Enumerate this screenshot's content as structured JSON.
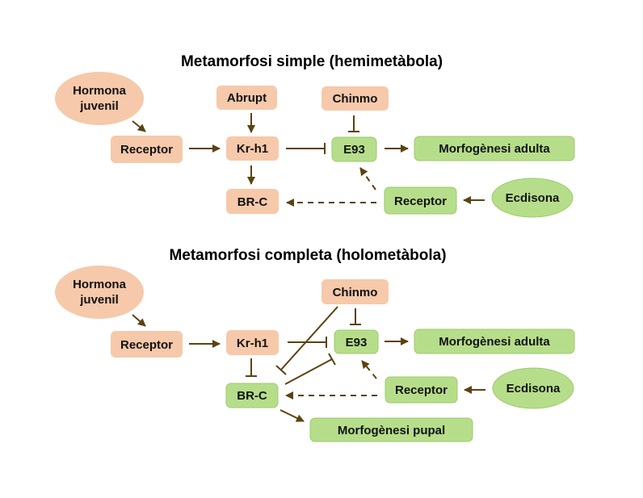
{
  "colors": {
    "juvenile_node_fill": "#f6c9aa",
    "ecdysone_node_fill": "#b6de8a",
    "ecdysone_node_stroke": "#9ccb6c",
    "edge": "#5a4310",
    "background": "#ffffff"
  },
  "panels": [
    {
      "title": "Metamorfosi simple (hemimetàbola)",
      "nodes": {
        "hormona": "Hormona\njuvenil",
        "hormona_line1": "Hormona",
        "hormona_line2": "juvenil",
        "receptor_jh": "Receptor",
        "abrupt": "Abrupt",
        "krh1": "Kr-h1",
        "brc": "BR-C",
        "chinmo": "Chinmo",
        "e93": "E93",
        "morf_adulta": "Morfogènesi adulta",
        "receptor_ecd": "Receptor",
        "ecdisona": "Ecdisona"
      },
      "edges": [
        {
          "from": "Hormona juvenil",
          "to": "Receptor",
          "type": "activation"
        },
        {
          "from": "Receptor",
          "to": "Kr-h1",
          "type": "activation"
        },
        {
          "from": "Abrupt",
          "to": "Kr-h1",
          "type": "activation"
        },
        {
          "from": "Kr-h1",
          "to": "BR-C",
          "type": "activation"
        },
        {
          "from": "Kr-h1",
          "to": "E93",
          "type": "inhibition"
        },
        {
          "from": "Chinmo",
          "to": "E93",
          "type": "inhibition"
        },
        {
          "from": "E93",
          "to": "Morfogènesi adulta",
          "type": "activation"
        },
        {
          "from": "Ecdisona",
          "to": "Receptor",
          "type": "activation"
        },
        {
          "from": "Receptor",
          "to": "E93",
          "type": "activation-indirect"
        },
        {
          "from": "Receptor",
          "to": "BR-C",
          "type": "activation-indirect"
        }
      ]
    },
    {
      "title": "Metamorfosi completa (holometàbola)",
      "nodes": {
        "hormona_line1": "Hormona",
        "hormona_line2": "juvenil",
        "receptor_jh": "Receptor",
        "krh1": "Kr-h1",
        "brc": "BR-C",
        "chinmo": "Chinmo",
        "e93": "E93",
        "morf_adulta": "Morfogènesi adulta",
        "morf_pupal": "Morfogènesi pupal",
        "receptor_ecd": "Receptor",
        "ecdisona": "Ecdisona"
      },
      "edges": [
        {
          "from": "Hormona juvenil",
          "to": "Receptor",
          "type": "activation"
        },
        {
          "from": "Receptor",
          "to": "Kr-h1",
          "type": "activation"
        },
        {
          "from": "Kr-h1",
          "to": "BR-C",
          "type": "inhibition"
        },
        {
          "from": "Kr-h1",
          "to": "E93",
          "type": "inhibition"
        },
        {
          "from": "Chinmo",
          "to": "E93",
          "type": "inhibition"
        },
        {
          "from": "Chinmo",
          "to": "BR-C",
          "type": "inhibition"
        },
        {
          "from": "BR-C",
          "to": "E93",
          "type": "inhibition"
        },
        {
          "from": "BR-C",
          "to": "Morfogènesi pupal",
          "type": "activation"
        },
        {
          "from": "E93",
          "to": "Morfogènesi adulta",
          "type": "activation"
        },
        {
          "from": "Ecdisona",
          "to": "Receptor",
          "type": "activation"
        },
        {
          "from": "Receptor",
          "to": "E93",
          "type": "activation-indirect"
        },
        {
          "from": "Receptor",
          "to": "BR-C",
          "type": "activation-indirect"
        }
      ]
    }
  ]
}
